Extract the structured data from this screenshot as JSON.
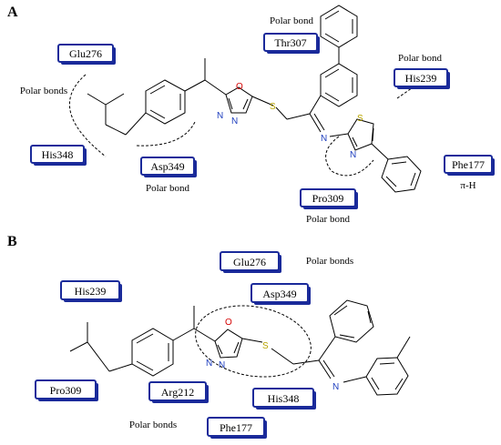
{
  "panels": [
    {
      "letter": "A",
      "residues": [
        "Glu276",
        "Thr307",
        "His239",
        "His348",
        "Asp349",
        "Phe177",
        "Pro309"
      ],
      "notes": [
        "Polar bond",
        "Polar bond",
        "Polar bonds",
        "Polar bond",
        "Polar bond",
        "π-H"
      ]
    },
    {
      "letter": "B",
      "residues": [
        "Glu276",
        "His239",
        "Asp349",
        "Pro309",
        "Arg212",
        "His348",
        "Phe177"
      ],
      "notes": [
        "Polar bonds",
        "Polar bonds"
      ]
    }
  ],
  "atoms": {
    "oxygen": "O",
    "nitrogen": "N",
    "sulfur": "S"
  },
  "colors": {
    "residue_border": "#1a2a9a",
    "oxygen": "#d40000",
    "nitrogen": "#1f3fbf",
    "sulfur": "#b8a400"
  }
}
